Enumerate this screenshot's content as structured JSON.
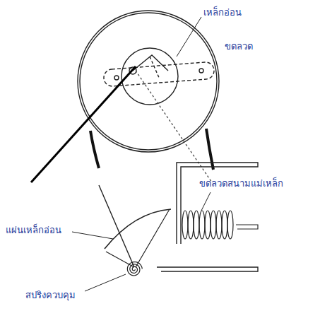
{
  "diagram": {
    "labels": [
      "เหล็กอ่อน",
      "ขดลวด",
      "แผ่นเหล็กอ่อน",
      "ขดลวดสนามแม่เหล็ก",
      "สปริงควบคุม"
    ]
  }
}
